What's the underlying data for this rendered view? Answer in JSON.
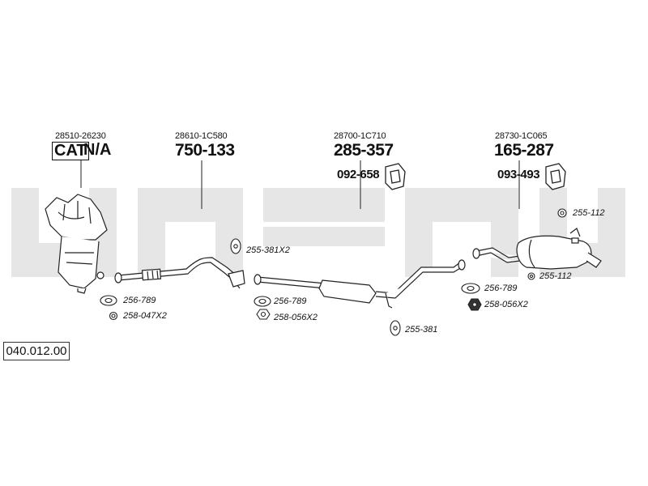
{
  "diagram_number": "040.012.00",
  "watermark": "bosal",
  "cat": {
    "oem": "28510-26230",
    "box": "CAT",
    "value": "N/A"
  },
  "groups": [
    {
      "oem": "28610-1C580",
      "part": "750-133"
    },
    {
      "oem": "28700-1C710",
      "part": "285-357",
      "sub": "092-658"
    },
    {
      "oem": "28730-1C065",
      "part": "165-287",
      "sub": "093-493"
    }
  ],
  "callouts": {
    "g1": "256-789",
    "n1": "258-047X2",
    "r1": "255-381X2",
    "g2": "256-789",
    "n2": "258-056X2",
    "r2": "255-381",
    "r3": "255-112",
    "r4": "255-112",
    "g3": "256-789",
    "n3": "258-056X2"
  },
  "colors": {
    "line": "#222222",
    "watermark": "#e6e6e6",
    "fill": "#ffffff"
  }
}
